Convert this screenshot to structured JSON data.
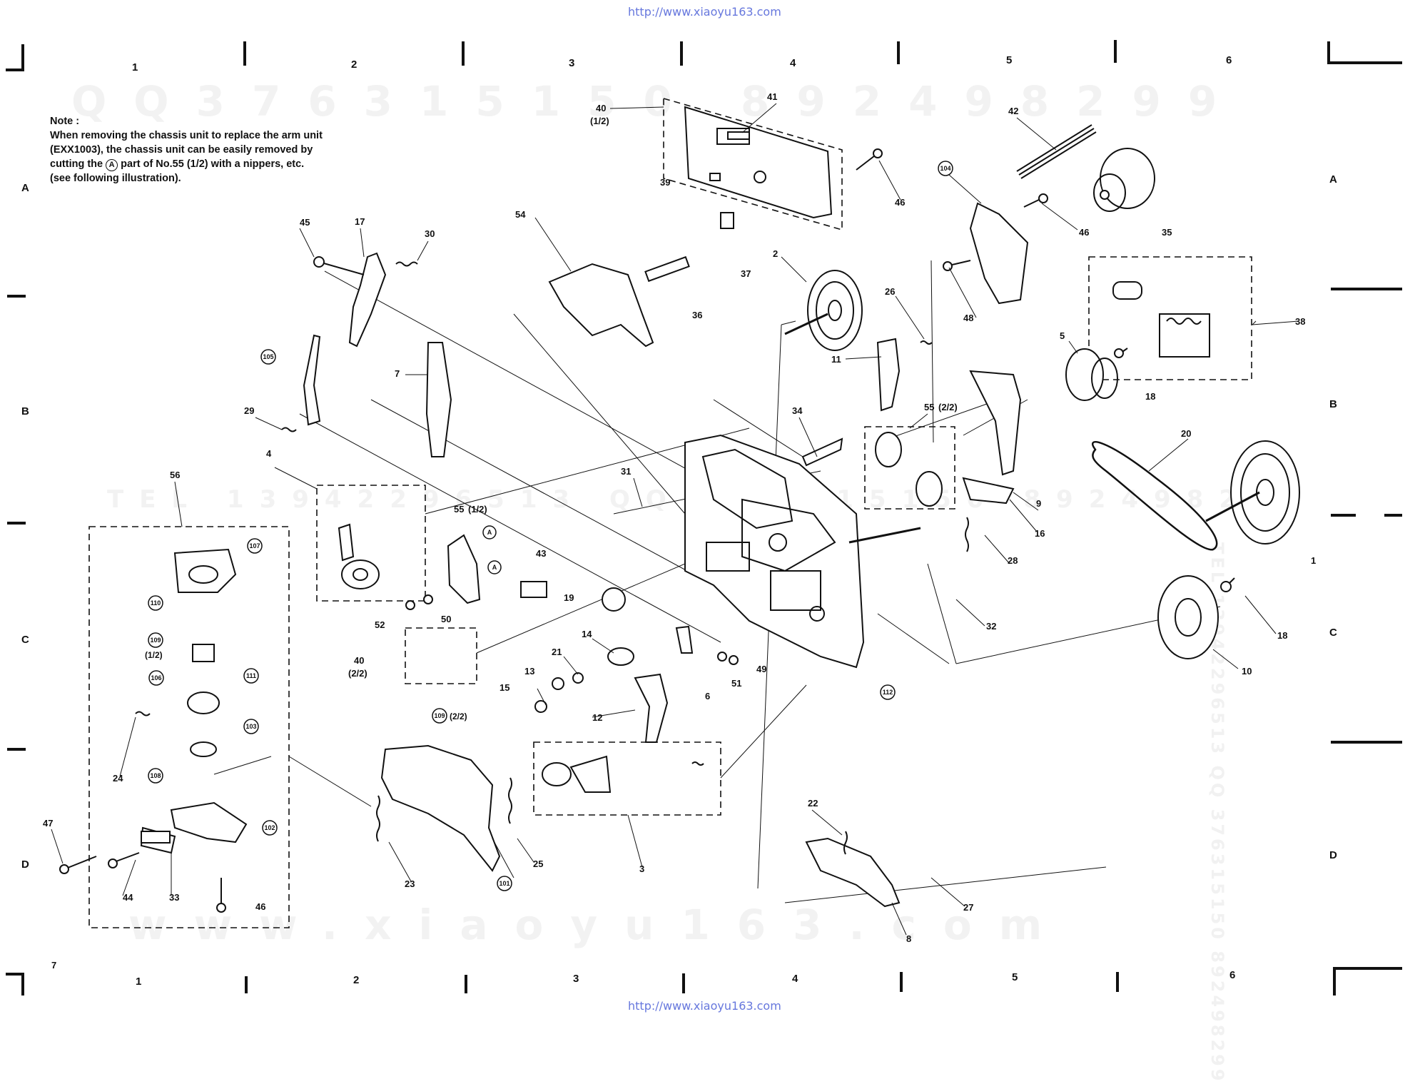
{
  "header": {
    "url": "http://www.xiaoyu163.com"
  },
  "footer": {
    "url": "http://www.xiaoyu163.com"
  },
  "watermark": {
    "top": "QQ376315150  892498299",
    "middle": "TEL 13942296513  QQ 376315150  892498299",
    "bottom": "www.xiaoyu163.com",
    "right_vertical": "TEL 13942296513  QQ 376315150  892498299"
  },
  "note": {
    "title": "Note :",
    "line1": "When removing the chassis unit to replace the arm unit",
    "line2": "(EXX1003), the chassis unit can be easily removed by",
    "line3_pre": "cutting the ",
    "line3_circ": "A",
    "line3_post": " part of No.55 (1/2) with a nippers, etc.",
    "line4": "(see following illustration)."
  },
  "grid": {
    "columns": [
      "1",
      "2",
      "3",
      "4",
      "5",
      "6"
    ],
    "rows": [
      "A",
      "B",
      "C",
      "D"
    ],
    "page_corner": "7"
  },
  "parts": {
    "p1": "1",
    "p2": "2",
    "p3": "3",
    "p4": "4",
    "p5": "5",
    "p6": "6",
    "p7": "7",
    "p8": "8",
    "p9": "9",
    "p10": "10",
    "p11": "11",
    "p12": "12",
    "p13": "13",
    "p14": "14",
    "p15": "15",
    "p16": "16",
    "p17": "17",
    "p18a": "18",
    "p18b": "18",
    "p19": "19",
    "p20": "20",
    "p21": "21",
    "p22": "22",
    "p23": "23",
    "p24": "24",
    "p25": "25",
    "p26": "26",
    "p27": "27",
    "p28": "28",
    "p29": "29",
    "p30": "30",
    "p31": "31",
    "p32": "32",
    "p33": "33",
    "p34": "34",
    "p35": "35",
    "p36": "36",
    "p37": "37",
    "p38": "38",
    "p39": "39",
    "p40a": "40",
    "p40a_frac": "(1/2)",
    "p40b": "40",
    "p40b_frac": "(2/2)",
    "p41": "41",
    "p42": "42",
    "p43": "43",
    "p44": "44",
    "p45": "45",
    "p46a": "46",
    "p46b": "46",
    "p46c": "46",
    "p47": "47",
    "p48": "48",
    "p49": "49",
    "p50": "50",
    "p51": "51",
    "p52": "52",
    "p54": "54",
    "p55a": "55",
    "p55a_frac": "(1/2)",
    "p55b": "55",
    "p55b_frac": "(2/2)",
    "p56": "56",
    "c101": "101",
    "c102": "102",
    "c103": "103",
    "c104": "104",
    "c105": "105",
    "c106": "106",
    "c107": "107",
    "c108": "108",
    "c109a": "109",
    "c109a_frac": "(1/2)",
    "c109b": "109",
    "c109b_frac": "(2/2)",
    "c110": "110",
    "c111": "111",
    "c112": "112",
    "cA1": "A",
    "cA2": "A"
  }
}
